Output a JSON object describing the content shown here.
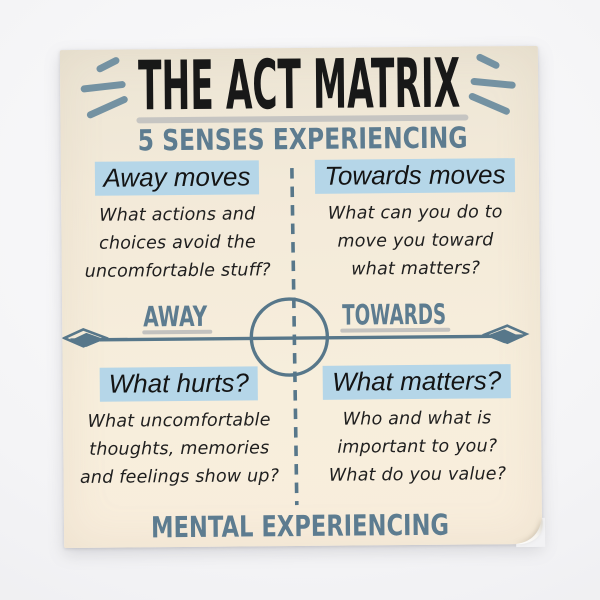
{
  "poster": {
    "title": "THE ACT MATRIX",
    "axes": {
      "top": "5 SENSES EXPERIENCING",
      "bottom": "MENTAL EXPERIENCING",
      "left": "AWAY",
      "right": "TOWARDS"
    },
    "quadrants": {
      "top_left": {
        "heading": "Away moves",
        "body": "What actions and\nchoices avoid the\nuncomfortable stuff?"
      },
      "top_right": {
        "heading": "Towards moves",
        "body": "What can you do to\nmove you toward\nwhat matters?"
      },
      "bottom_left": {
        "heading": "What hurts?",
        "body": "What uncomfortable\nthoughts, memories\nand feelings show up?"
      },
      "bottom_right": {
        "heading": "What matters?",
        "body": "Who and what is\nimportant to you?\nWhat do you value?"
      }
    },
    "icons": {
      "left_emphasis": "emphasis-dashes-icon",
      "right_emphasis": "emphasis-dashes-icon",
      "left_arrowhead": "diamond-arrowhead-icon",
      "right_arrowhead": "diamond-arrowhead-icon",
      "center": "circle-hub",
      "corner": "page-curl"
    },
    "colors": {
      "page_background": "#f4f4f6",
      "poster_cream": "#f4ecda",
      "slate_text": "#5d7c90",
      "diagram_line": "#57778a",
      "dash_accent": "#7492a2",
      "highlight_blue": "#b5d6e8",
      "ink": "#181818",
      "underline_gray": "#c6c5c2"
    }
  }
}
